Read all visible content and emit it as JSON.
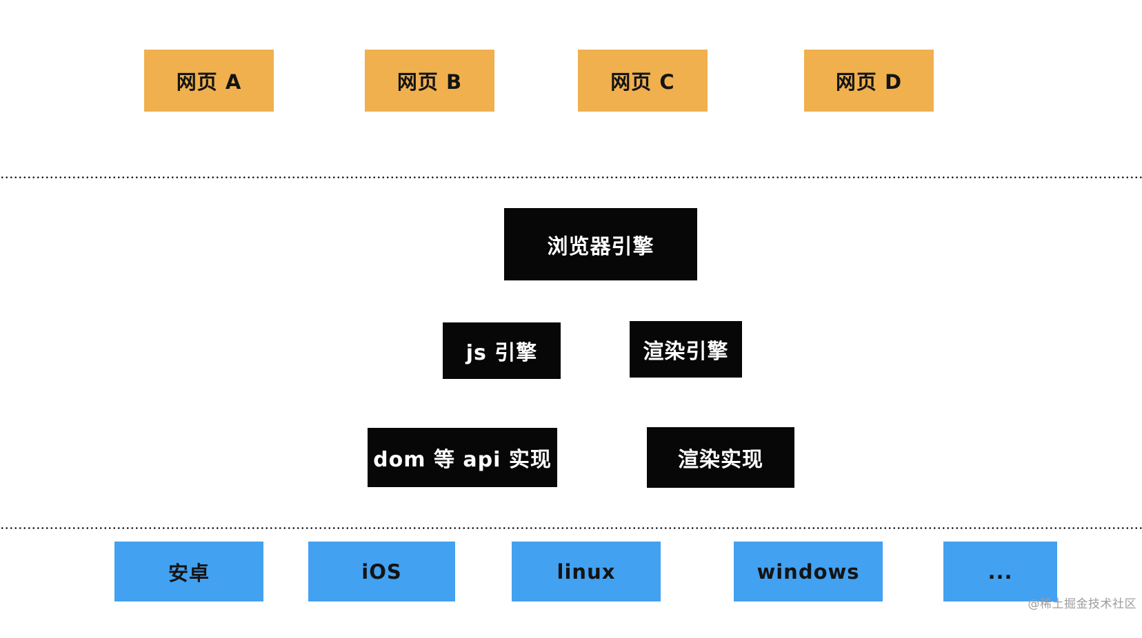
{
  "diagram": {
    "colors": {
      "page_box_color": "#F0B04E",
      "engine_box_color": "#070707",
      "platform_box_color": "#43A1F1"
    },
    "web_pages": [
      {
        "label": "网页 A"
      },
      {
        "label": "网页 B"
      },
      {
        "label": "网页 C"
      },
      {
        "label": "网页 D"
      }
    ],
    "browser_engine": {
      "label": "浏览器引擎"
    },
    "engines": [
      {
        "label": "js 引擎"
      },
      {
        "label": "渲染引擎"
      }
    ],
    "implementations": [
      {
        "label": "dom 等 api 实现"
      },
      {
        "label": "渲染实现"
      }
    ],
    "platforms": [
      {
        "label": "安卓"
      },
      {
        "label": "iOS"
      },
      {
        "label": "linux"
      },
      {
        "label": "windows"
      },
      {
        "label": "..."
      }
    ],
    "watermark": "@稀土掘金技术社区"
  }
}
